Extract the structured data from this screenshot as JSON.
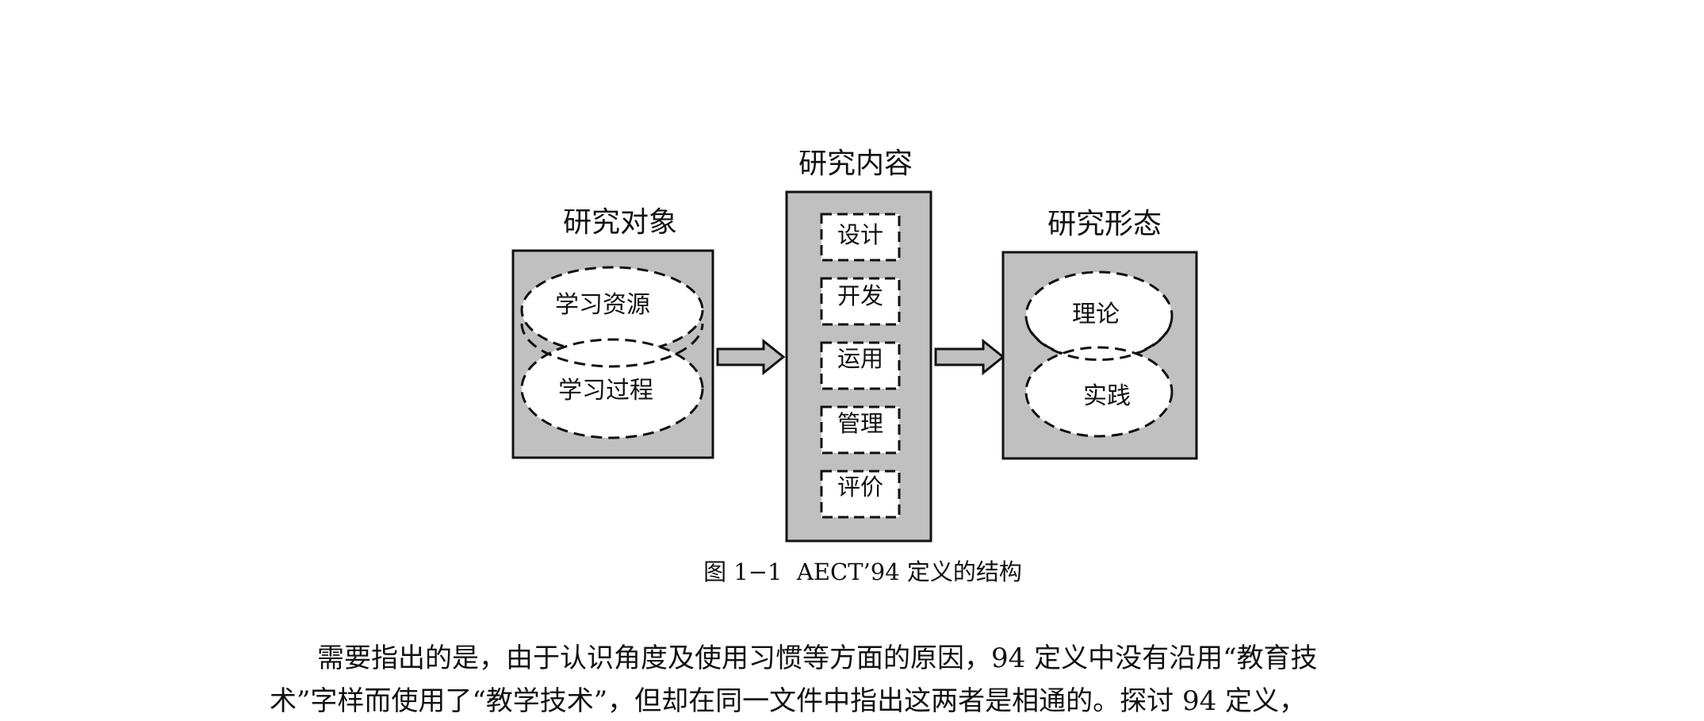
{
  "diagram": {
    "left_group": {
      "title": "研究对象",
      "items": [
        "学习资源",
        "学习过程"
      ]
    },
    "middle_group": {
      "title": "研究内容",
      "items": [
        "设计",
        "开发",
        "运用",
        "管理",
        "评价"
      ]
    },
    "right_group": {
      "title": "研究形态",
      "items": [
        "理论",
        "实践"
      ]
    },
    "caption": "图 1−1  AECT’94 定义的结构",
    "colors": {
      "box_fill": "#c0c0c0",
      "stroke": "#111111",
      "inner_fill": "#ffffff"
    }
  },
  "body_text": {
    "line1": "需要指出的是，由于认识角度及使用习惯等方面的原因，94 定义中没有沿用“教育技",
    "line2": "术”字样而使用了“教学技术”，但却在同一文件中指出这两者是相通的。探讨 94 定义，"
  }
}
